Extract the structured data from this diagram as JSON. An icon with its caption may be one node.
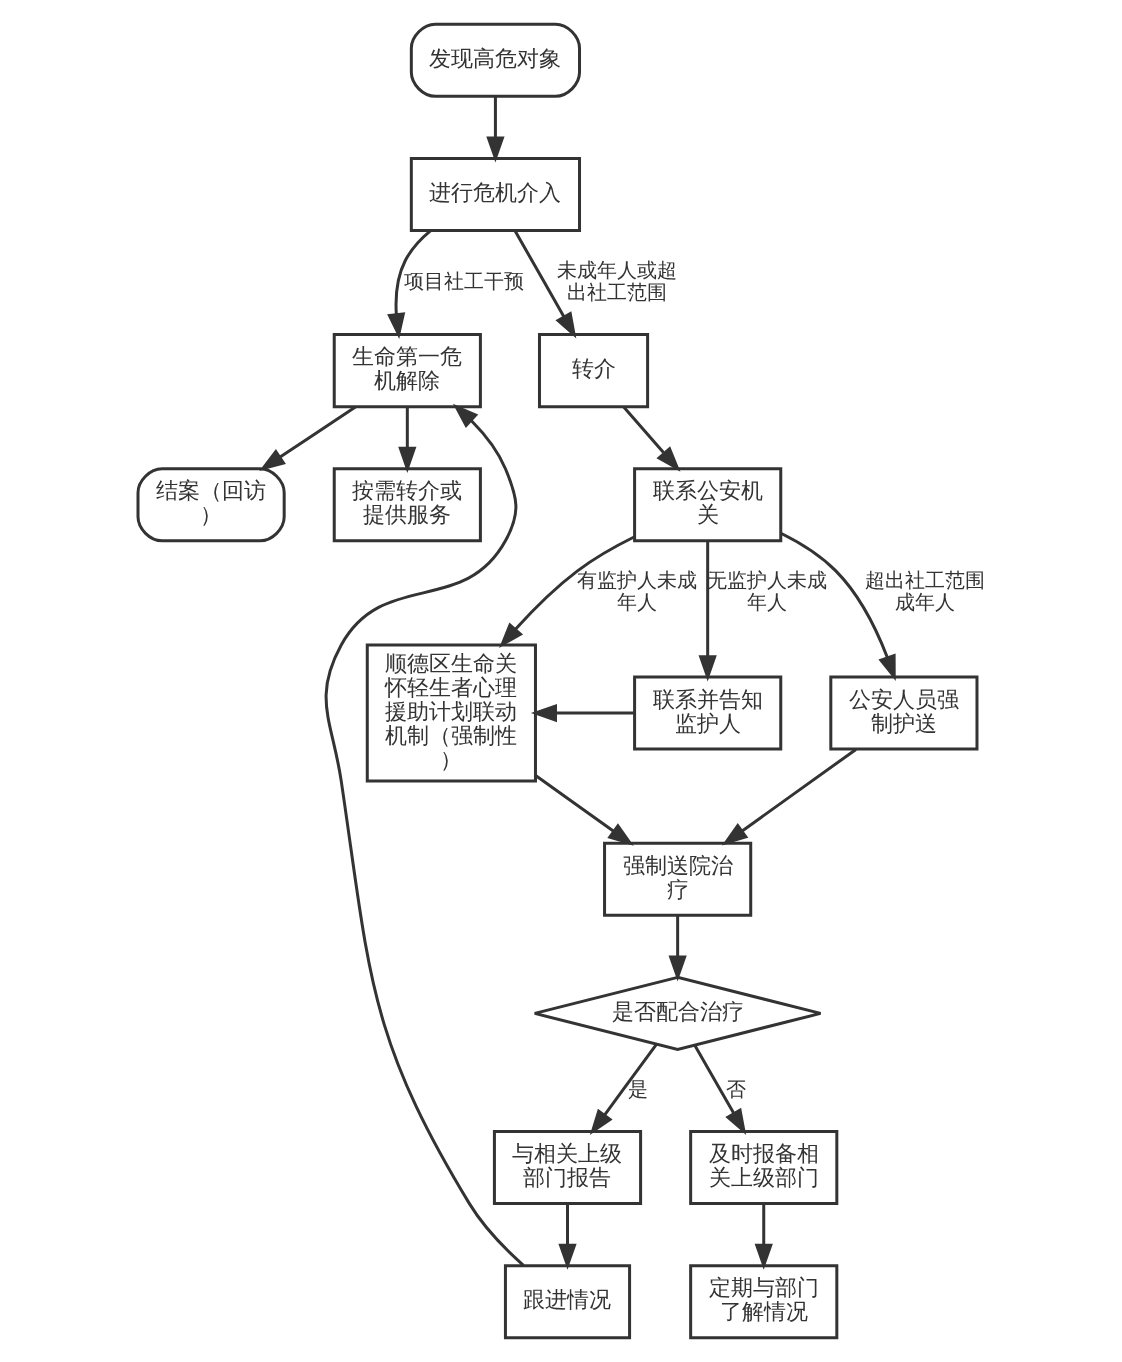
{
  "diagram": {
    "nodes": [
      {
        "text": [
          "发现高危对象"
        ]
      },
      {
        "text": [
          "进行危机介入"
        ]
      },
      {
        "text": [
          "生命第一危机解除"
        ]
      },
      {
        "text": [
          "转介"
        ]
      },
      {
        "text": [
          "结案（回访）"
        ]
      },
      {
        "text": [
          "按需转介或提供服务"
        ]
      },
      {
        "text": [
          "联系公安机关"
        ]
      },
      {
        "text": [
          "顺德区生命关怀轻生者心理援助计划联动机制（强制性）"
        ]
      },
      {
        "text": [
          "联系并告知监护人"
        ]
      },
      {
        "text": [
          "公安人员强制护送"
        ]
      },
      {
        "text": [
          "强制送院治疗"
        ]
      },
      {
        "text": [
          "是否配合治疗"
        ]
      },
      {
        "text": [
          "与相关上级部门报告"
        ]
      },
      {
        "text": [
          "及时报备相关上级部门"
        ]
      },
      {
        "text": [
          "跟进情况"
        ]
      },
      {
        "text": [
          "定期与部门了解情况"
        ]
      }
    ],
    "edges": [
      {
        "from": 0,
        "to": 1,
        "arrow": "to"
      },
      {
        "from": 1,
        "to": 2,
        "arrow": "to",
        "label": "项目社工干预"
      },
      {
        "from": 1,
        "to": 3,
        "arrow": "to",
        "label": "未成年人或超出社工范围"
      },
      {
        "from": 2,
        "to": 4,
        "arrow": "to"
      },
      {
        "from": 2,
        "to": 5,
        "arrow": "to"
      },
      {
        "from": 3,
        "to": 6,
        "arrow": "to"
      },
      {
        "from": 6,
        "to": 7,
        "arrow": "to",
        "label": "有监护人未成年人"
      },
      {
        "from": 6,
        "to": 8,
        "arrow": "to",
        "label": "无监护人未成年人"
      },
      {
        "from": 6,
        "to": 9,
        "arrow": "to",
        "label": "超出社工范围成年人"
      },
      {
        "from": 8,
        "to": 7,
        "arrow": "to"
      },
      {
        "from": 7,
        "to": 10,
        "arrow": "to"
      },
      {
        "from": 9,
        "to": 10,
        "arrow": "to"
      },
      {
        "from": 10,
        "to": 11,
        "arrow": "to"
      },
      {
        "from": 11,
        "to": 12,
        "arrow": "to",
        "label": "是"
      },
      {
        "from": 11,
        "to": 13,
        "arrow": "to",
        "label": "否"
      },
      {
        "from": 12,
        "to": 14,
        "arrow": "to"
      },
      {
        "from": 13,
        "to": 15,
        "arrow": "to"
      },
      {
        "from": 14,
        "to": 2,
        "arrow": "to"
      }
    ]
  }
}
